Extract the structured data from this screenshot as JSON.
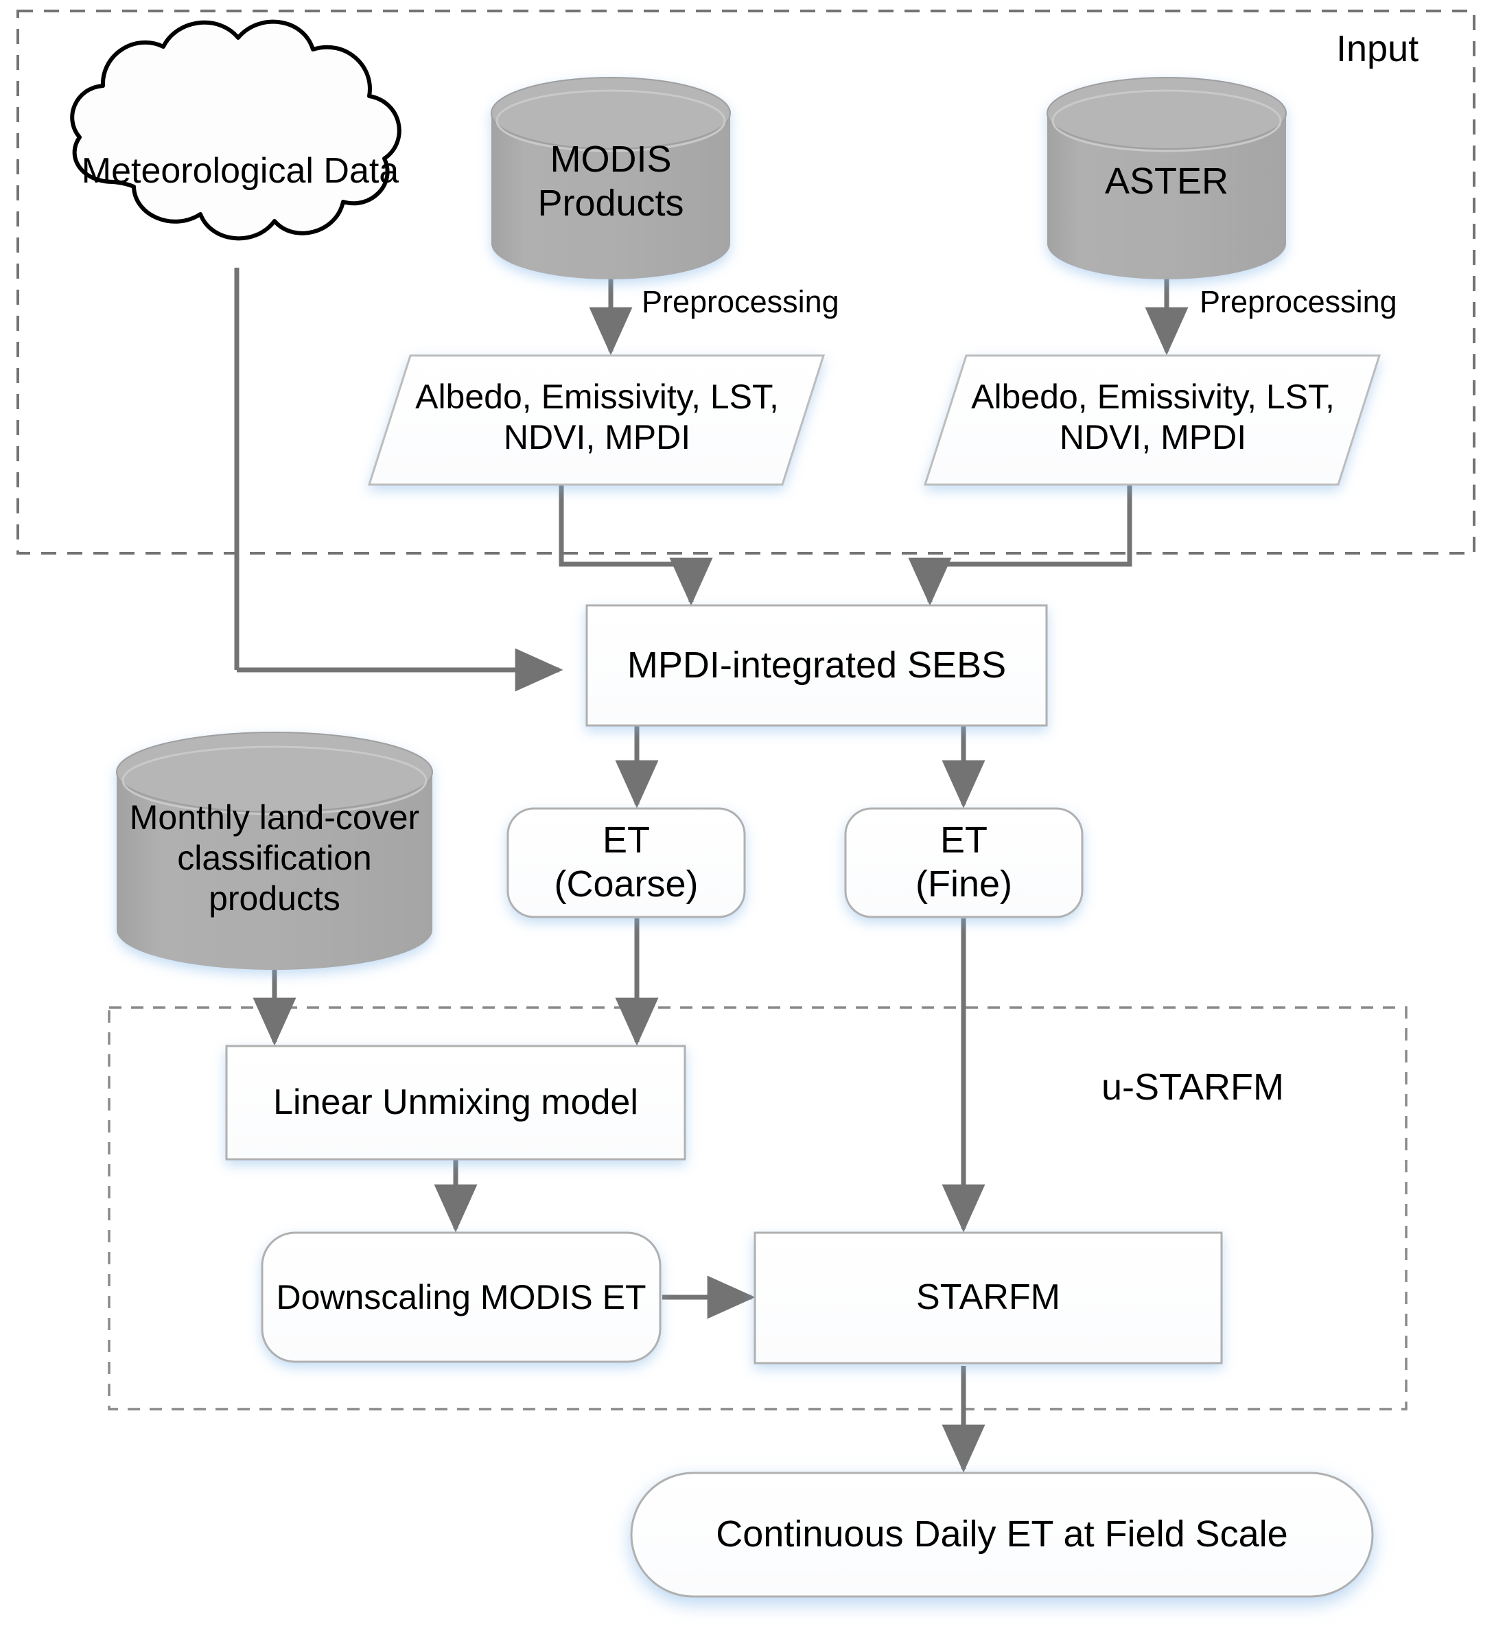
{
  "diagram": {
    "zones": [
      {
        "id": "input",
        "label": "Input"
      },
      {
        "id": "ustarfm",
        "label": "u-STARFM"
      }
    ],
    "nodes": [
      {
        "id": "met",
        "shape": "cloud",
        "label": "Meteorological Data"
      },
      {
        "id": "modis",
        "shape": "cylinder",
        "label": "MODIS\nProducts"
      },
      {
        "id": "aster",
        "shape": "cylinder",
        "label": "ASTER"
      },
      {
        "id": "modis_vars",
        "shape": "parallelogram",
        "label": "Albedo, Emissivity, LST,\nNDVI, MPDI"
      },
      {
        "id": "aster_vars",
        "shape": "parallelogram",
        "label": "Albedo, Emissivity, LST,\nNDVI, MPDI"
      },
      {
        "id": "sebs",
        "shape": "rectangle",
        "label": "MPDI-integrated SEBS"
      },
      {
        "id": "landcover",
        "shape": "cylinder",
        "label": "Monthly land-cover\nclassification\nproducts"
      },
      {
        "id": "et_coarse",
        "shape": "rounded-rect",
        "label": "ET\n(Coarse)"
      },
      {
        "id": "et_fine",
        "shape": "rounded-rect",
        "label": "ET\n(Fine)"
      },
      {
        "id": "unmix",
        "shape": "rectangle",
        "label": "Linear Unmixing model"
      },
      {
        "id": "downscale",
        "shape": "rounded-rect",
        "label": "Downscaling MODIS ET"
      },
      {
        "id": "starfm",
        "shape": "rectangle",
        "label": "STARFM"
      },
      {
        "id": "output",
        "shape": "stadium",
        "label": "Continuous Daily ET at Field Scale"
      }
    ],
    "edge_labels": [
      {
        "id": "preprocess_modis",
        "label": "Preprocessing"
      },
      {
        "id": "preprocess_aster",
        "label": "Preprocessing"
      }
    ],
    "colors": {
      "cylinder_fill": "#ababab",
      "cylinder_top": "#b8b8b8",
      "connector": "#737373",
      "node_border": "#9e9e9e",
      "node_fill": "#fdfdfd",
      "zone_border": "#737373",
      "glow": "#bcd9f2",
      "text": "#000000"
    }
  }
}
